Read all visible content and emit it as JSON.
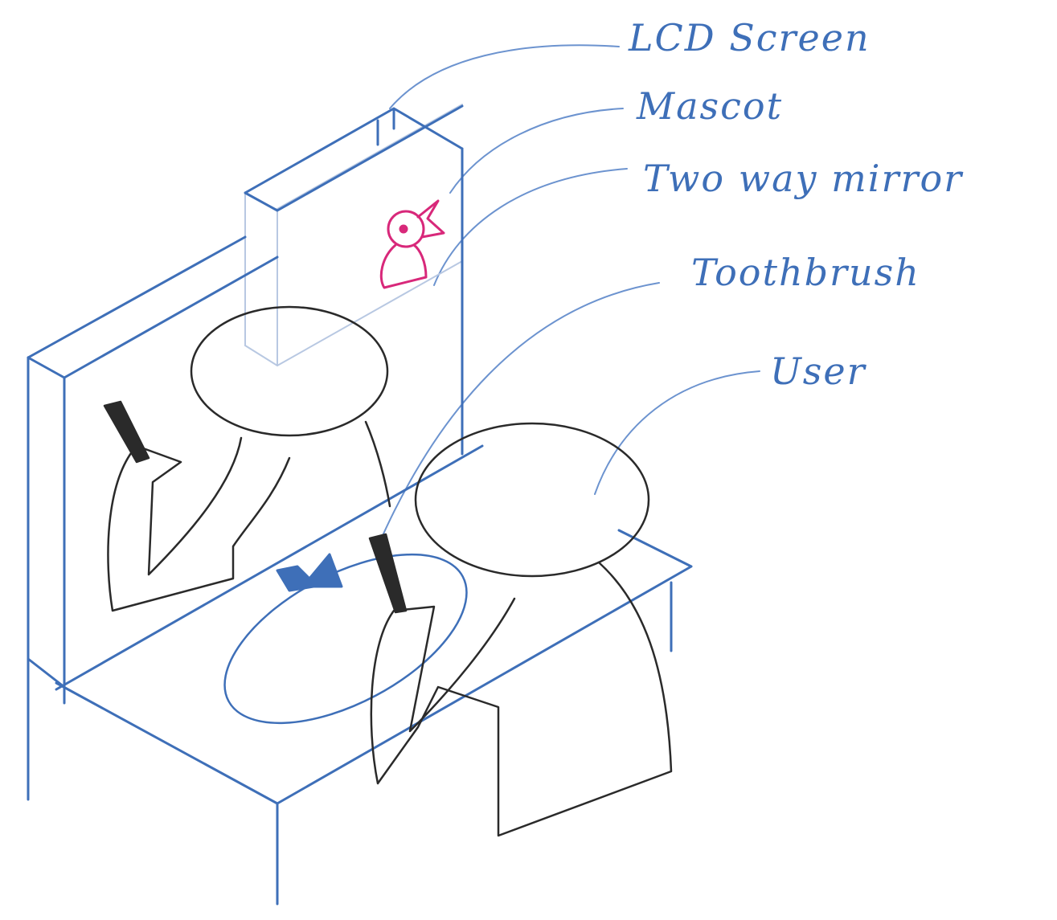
{
  "labels": {
    "lcd_screen": "LCD Screen",
    "mascot": "Mascot",
    "two_way_mirror": "Two way mirror",
    "toothbrush": "Toothbrush",
    "user": "User"
  },
  "colors": {
    "structure": "#3e6fb8",
    "figure": "#2a2a2a",
    "mascot": "#d8287a",
    "faint": "#b8c8e2"
  }
}
